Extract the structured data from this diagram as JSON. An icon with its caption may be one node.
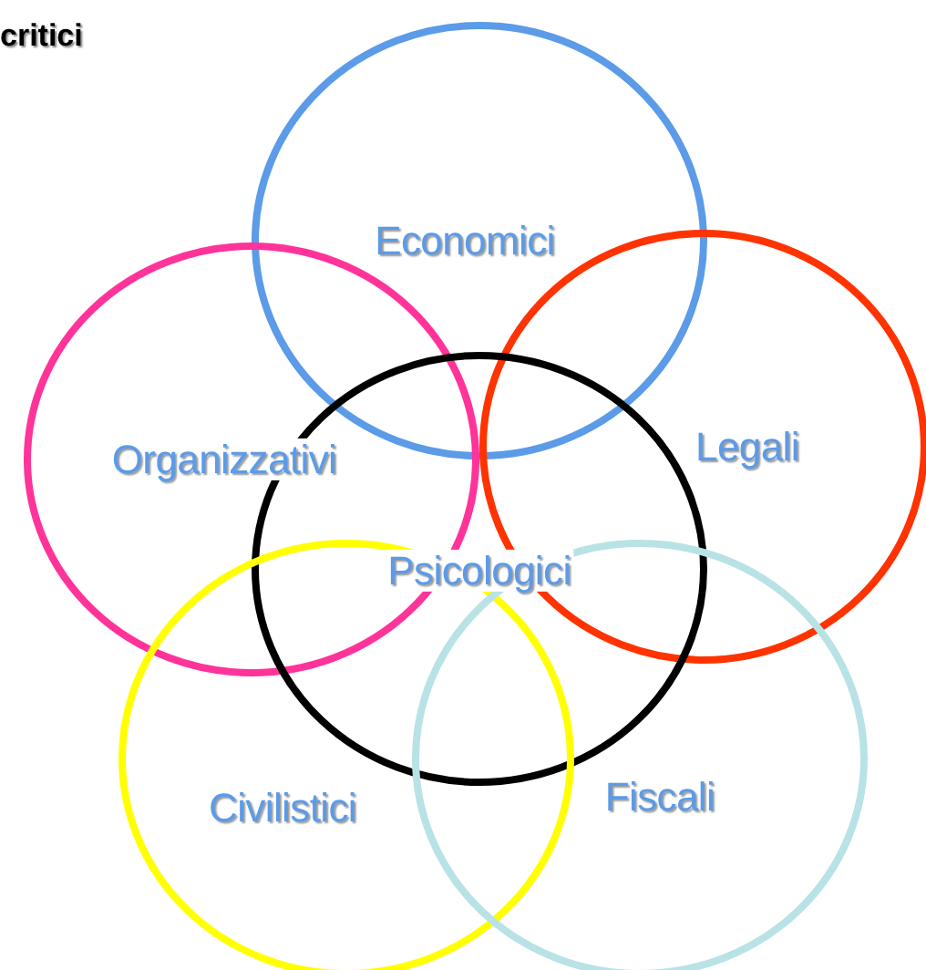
{
  "diagram": {
    "nodes": [
      {
        "text": [
          "Economici"
        ]
      },
      {
        "text": [
          "Organizzativi"
        ]
      },
      {
        "text": [
          "Legali"
        ]
      },
      {
        "text": [
          "Psicologici"
        ]
      },
      {
        "text": [
          "Civilistici"
        ]
      },
      {
        "text": [
          "Fiscali"
        ]
      }
    ],
    "labels": [
      "critici"
    ]
  }
}
